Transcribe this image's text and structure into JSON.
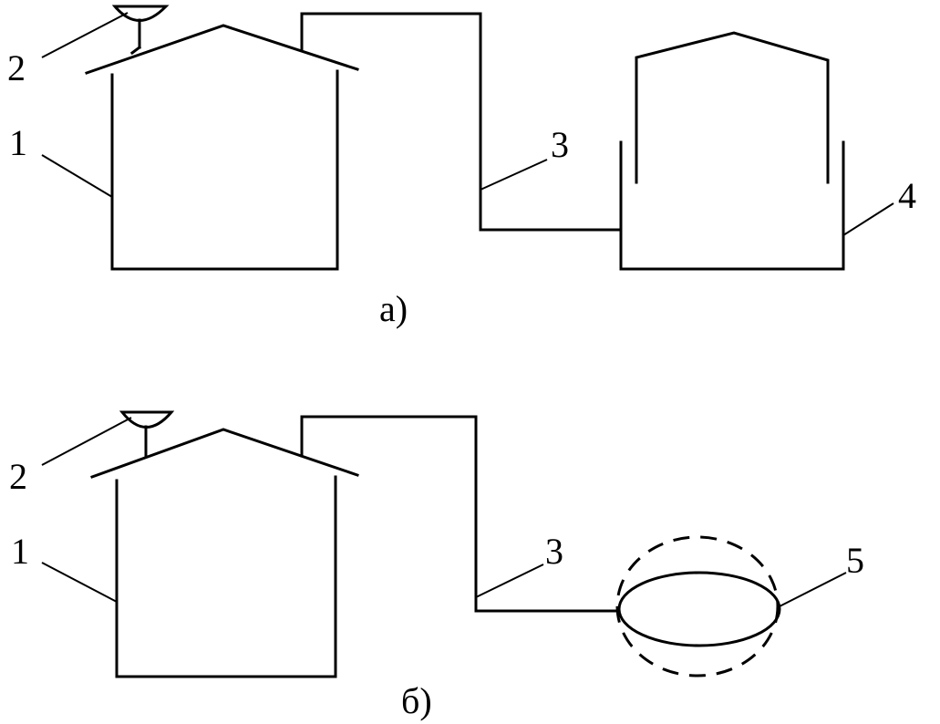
{
  "figures": [
    {
      "caption": "а)",
      "labels": {
        "building": "1",
        "cap": "2",
        "pipe": "3",
        "tank": "4"
      }
    },
    {
      "caption": "б)",
      "labels": {
        "building": "1",
        "cap": "2",
        "pipe": "3",
        "balloon": "5"
      }
    }
  ]
}
